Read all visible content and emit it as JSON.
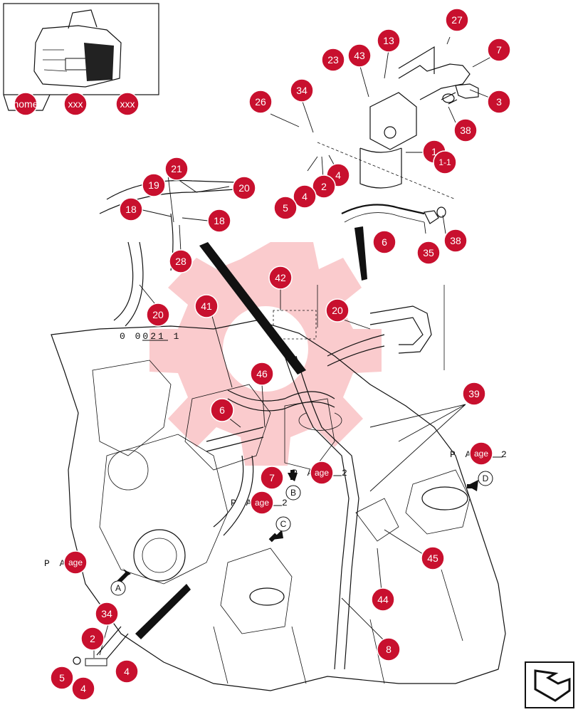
{
  "thumbnail": {
    "tabs": [
      {
        "id": "home",
        "label": "home"
      },
      {
        "id": "xxx1",
        "label": "xxx"
      },
      {
        "id": "xxx2",
        "label": "xxx"
      }
    ]
  },
  "callouts": [
    {
      "label": "27"
    },
    {
      "label": "7"
    },
    {
      "label": "3"
    },
    {
      "label": "13"
    },
    {
      "label": "43"
    },
    {
      "label": "23"
    },
    {
      "label": "38"
    },
    {
      "label": "26"
    },
    {
      "label": "34"
    },
    {
      "label": "1"
    },
    {
      "label": "1-1"
    },
    {
      "label": "4"
    },
    {
      "label": "2"
    },
    {
      "label": "4"
    },
    {
      "label": "5"
    },
    {
      "label": "6"
    },
    {
      "label": "35"
    },
    {
      "label": "38"
    },
    {
      "label": "21"
    },
    {
      "label": "19"
    },
    {
      "label": "20"
    },
    {
      "label": "18"
    },
    {
      "label": "18"
    },
    {
      "label": "28"
    },
    {
      "label": "20"
    },
    {
      "label": "42"
    },
    {
      "label": "41"
    },
    {
      "label": "20"
    },
    {
      "label": "46"
    },
    {
      "label": "6"
    },
    {
      "label": "39"
    },
    {
      "label": "age"
    },
    {
      "label": "7"
    },
    {
      "label": "age"
    },
    {
      "label": "age"
    },
    {
      "label": "45"
    },
    {
      "label": "44"
    },
    {
      "label": "age"
    },
    {
      "label": "8"
    },
    {
      "label": "34"
    },
    {
      "label": "2"
    },
    {
      "label": "5"
    },
    {
      "label": "4"
    },
    {
      "label": "4"
    }
  ],
  "references": {
    "top_left": "0 0021 1",
    "page_mid": "P A",
    "page_mid_suffix": "2",
    "page_left_mid": "P A",
    "page_left_mid_suffix": "2",
    "page_left": "P A",
    "page_right": "P A",
    "page_right_suffix": "2"
  },
  "view_markers": [
    "A",
    "B",
    "C",
    "D"
  ],
  "navigation": {
    "return_icon": "return-arrow-icon"
  },
  "colors": {
    "callout": "#c8102e",
    "watermark": "#e8141a",
    "line": "#111111"
  }
}
